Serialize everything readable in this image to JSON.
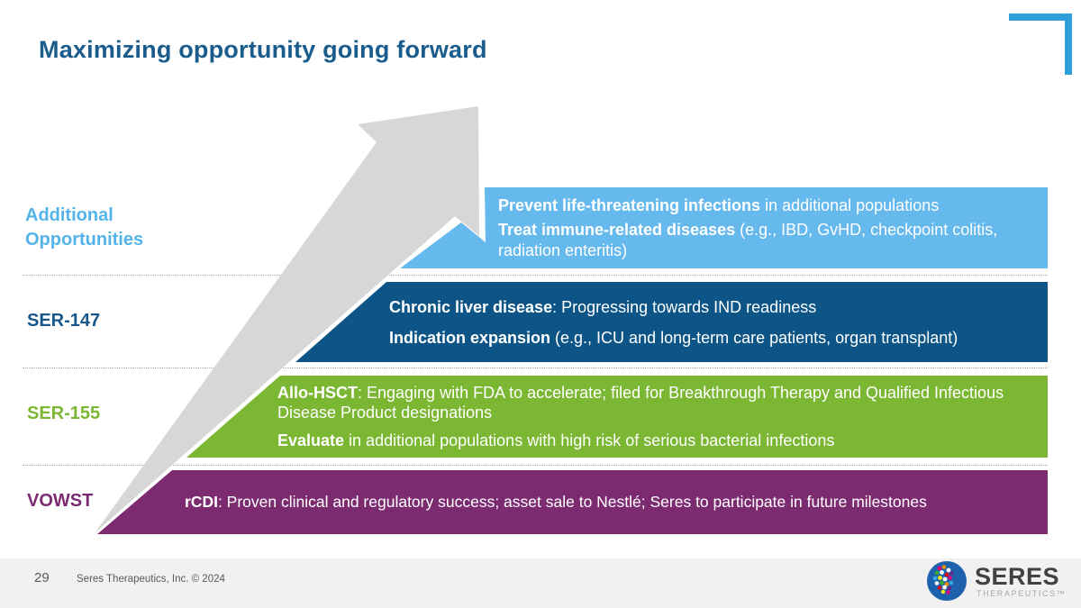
{
  "slide": {
    "title": "Maximizing opportunity going forward",
    "page_number": "29",
    "copyright": "Seres Therapeutics, Inc. © 2024"
  },
  "colors": {
    "title_blue": "#1a5c8c",
    "bracket_blue": "#2e9fd8",
    "light_blue": "#66b9ed",
    "dark_blue": "#0d5586",
    "green": "#7cb733",
    "purple": "#7c2b70",
    "label_light_blue": "#54b4ea",
    "label_dark_blue": "#17578b",
    "arrow_gray": "#d7d7d7",
    "dot_gray": "#a6a6a6",
    "footer_bg": "#f1f1f2",
    "footer_text": "#58595b"
  },
  "rows": [
    {
      "id": "additional-opportunities",
      "label": "Additional Opportunities",
      "items": [
        {
          "bold": "Prevent life-threatening infections",
          "rest": " in additional populations"
        },
        {
          "bold": "Treat immune-related diseases",
          "rest": " (e.g., IBD, GvHD, checkpoint colitis, radiation enteritis)"
        }
      ]
    },
    {
      "id": "ser-147",
      "label": "SER-147",
      "items": [
        {
          "bold": "Chronic liver disease",
          "rest": ": Progressing towards IND readiness"
        },
        {
          "bold": "Indication expansion",
          "rest": " (e.g., ICU and long-term care patients, organ transplant)"
        }
      ]
    },
    {
      "id": "ser-155",
      "label": "SER-155",
      "items": [
        {
          "bold": "Allo-HSCT",
          "rest": ": Engaging with FDA to accelerate; filed for Breakthrough Therapy and Qualified Infectious Disease Product designations"
        },
        {
          "bold": "Evaluate",
          "rest": " in additional populations with high risk of serious bacterial infections"
        }
      ]
    },
    {
      "id": "vowst",
      "label": "VOWST",
      "items": [
        {
          "bold": "rCDI",
          "rest": ":  Proven clinical and regulatory success; asset sale to Nestlé; Seres to participate in future milestones"
        }
      ]
    }
  ],
  "logo": {
    "name": "SERES",
    "sub": "THERAPEUTICS™"
  }
}
